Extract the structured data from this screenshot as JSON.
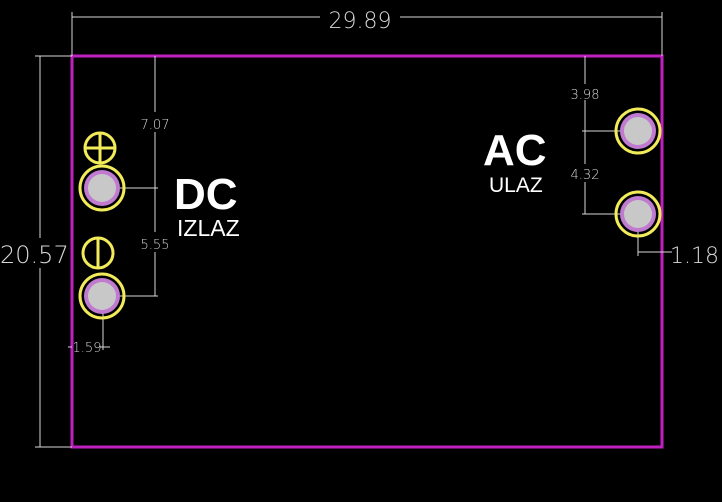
{
  "dimensions": {
    "width": "29.89",
    "height": "20.57",
    "dc_top_offset": "7.07",
    "dc_pitch": "5.55",
    "dc_edge_offset": "1.59",
    "ac_top_offset": "3.98",
    "ac_pitch": "4.32",
    "ac_edge_offset": "1.18"
  },
  "labels": {
    "dc_title": "DC",
    "dc_subtitle": "IZLAZ",
    "ac_title": "AC",
    "ac_subtitle": "ULAZ"
  },
  "colors": {
    "board_outline": "#c020c0",
    "pad_ring": "#f2ec5a",
    "dimension": "#d8d8d8"
  }
}
